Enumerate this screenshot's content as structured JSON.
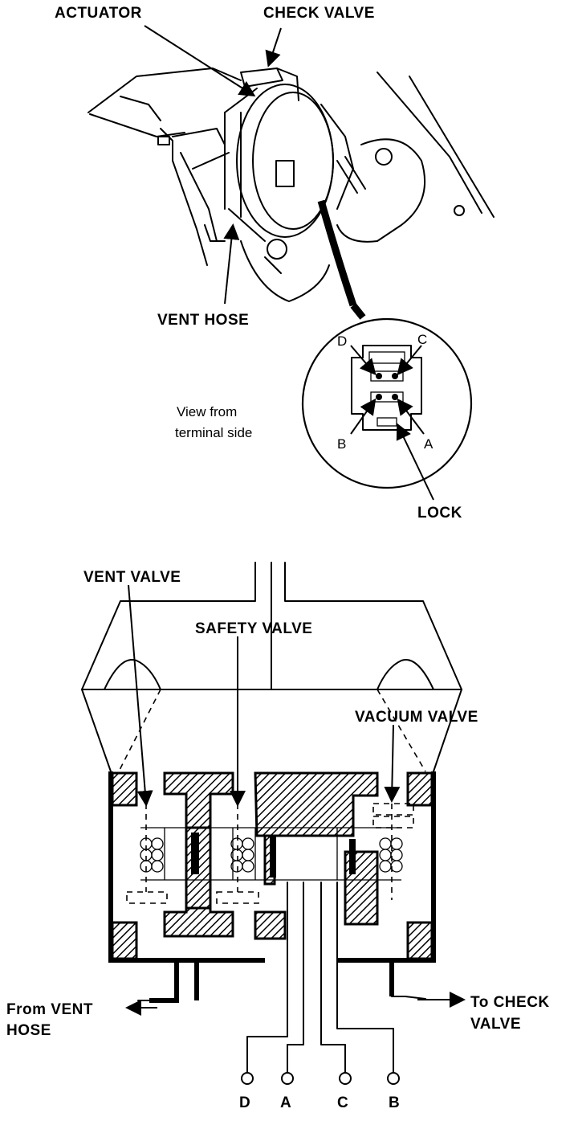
{
  "top_view": {
    "labels": {
      "actuator": "ACTUATOR",
      "check_valve": "CHECK VALVE",
      "vent_hose": "VENT HOSE",
      "lock": "LOCK"
    },
    "connector": {
      "view_line1": "View from",
      "view_line2": "terminal side",
      "terminals": {
        "d": "D",
        "c": "C",
        "b": "B",
        "a": "A"
      }
    }
  },
  "cutaway": {
    "labels": {
      "vent_valve": "VENT VALVE",
      "safety_valve": "SAFETY VALVE",
      "vacuum_valve": "VACUUM VALVE",
      "from_vent_line1": "From VENT",
      "from_vent_line2": "HOSE",
      "to_check_line1": "To CHECK",
      "to_check_line2": "VALVE"
    },
    "terminals": {
      "d": "D",
      "a": "A",
      "c": "C",
      "b": "B"
    }
  }
}
